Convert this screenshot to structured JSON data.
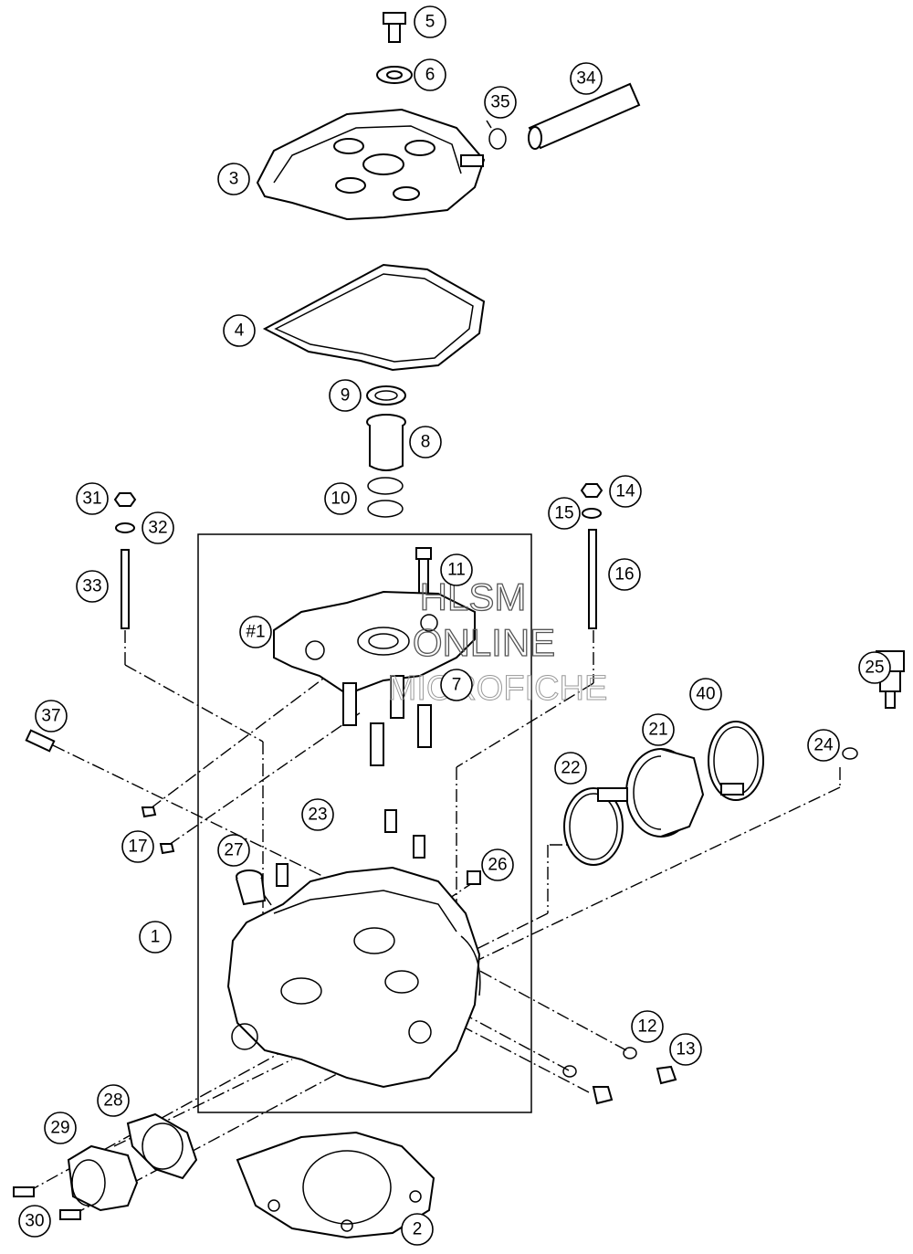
{
  "watermark": {
    "line1": "HLSM",
    "line2": "ONLINE",
    "line3": "MICROFICHE"
  },
  "callouts": [
    {
      "id": "c5",
      "label": "5"
    },
    {
      "id": "c6",
      "label": "6"
    },
    {
      "id": "c34",
      "label": "34"
    },
    {
      "id": "c35",
      "label": "35"
    },
    {
      "id": "c3",
      "label": "3"
    },
    {
      "id": "c4",
      "label": "4"
    },
    {
      "id": "c9",
      "label": "9"
    },
    {
      "id": "c8",
      "label": "8"
    },
    {
      "id": "c10",
      "label": "10"
    },
    {
      "id": "c31",
      "label": "31"
    },
    {
      "id": "c32",
      "label": "32"
    },
    {
      "id": "c33",
      "label": "33"
    },
    {
      "id": "c11",
      "label": "11"
    },
    {
      "id": "c14",
      "label": "14"
    },
    {
      "id": "c15",
      "label": "15"
    },
    {
      "id": "c16",
      "label": "16"
    },
    {
      "id": "c1h",
      "label": "#1"
    },
    {
      "id": "c7",
      "label": "7"
    },
    {
      "id": "c25",
      "label": "25"
    },
    {
      "id": "c40",
      "label": "40"
    },
    {
      "id": "c37",
      "label": "37"
    },
    {
      "id": "c21",
      "label": "21"
    },
    {
      "id": "c24",
      "label": "24"
    },
    {
      "id": "c22",
      "label": "22"
    },
    {
      "id": "c23",
      "label": "23"
    },
    {
      "id": "c17",
      "label": "17"
    },
    {
      "id": "c27",
      "label": "27"
    },
    {
      "id": "c26",
      "label": "26"
    },
    {
      "id": "c1",
      "label": "1"
    },
    {
      "id": "c12",
      "label": "12"
    },
    {
      "id": "c13",
      "label": "13"
    },
    {
      "id": "c28",
      "label": "28"
    },
    {
      "id": "c29",
      "label": "29"
    },
    {
      "id": "c30",
      "label": "30"
    },
    {
      "id": "c2",
      "label": "2"
    }
  ]
}
